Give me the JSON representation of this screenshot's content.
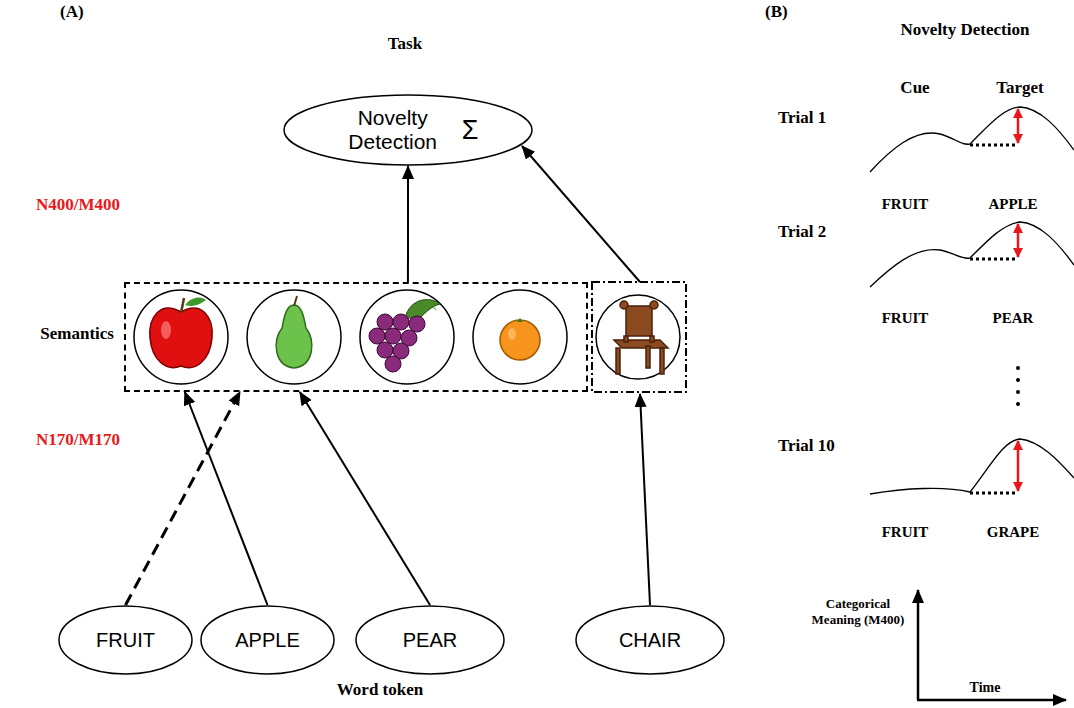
{
  "diagram": {
    "nodes": [
      {
        "text": [
          "Novelty Detection",
          "Σ"
        ]
      },
      {
        "text": [
          "Semantics"
        ]
      },
      {
        "text": [
          "FRUIT"
        ]
      },
      {
        "text": [
          "APPLE"
        ]
      },
      {
        "text": [
          "PEAR"
        ]
      },
      {
        "text": [
          "CHAIR"
        ]
      }
    ],
    "edges": [
      {
        "from": 1,
        "to": 0,
        "arrow": "to"
      },
      {
        "from": 2,
        "to": 1,
        "arrow": "to"
      },
      {
        "from": 3,
        "to": 1,
        "arrow": "to"
      },
      {
        "from": 4,
        "to": 1,
        "arrow": "to"
      }
    ],
    "labels": [
      "(A)",
      "Task",
      "N400/M400",
      "N170/M170",
      "Word token",
      "(B)",
      "Novelty Detection",
      "Cue",
      "Target",
      "Trial 1",
      "FRUIT",
      "APPLE",
      "Trial 2",
      "FRUIT",
      "PEAR",
      "Trial 10",
      "FRUIT",
      "GRAPE",
      "Categorical Meaning (M400)",
      "Time"
    ]
  }
}
